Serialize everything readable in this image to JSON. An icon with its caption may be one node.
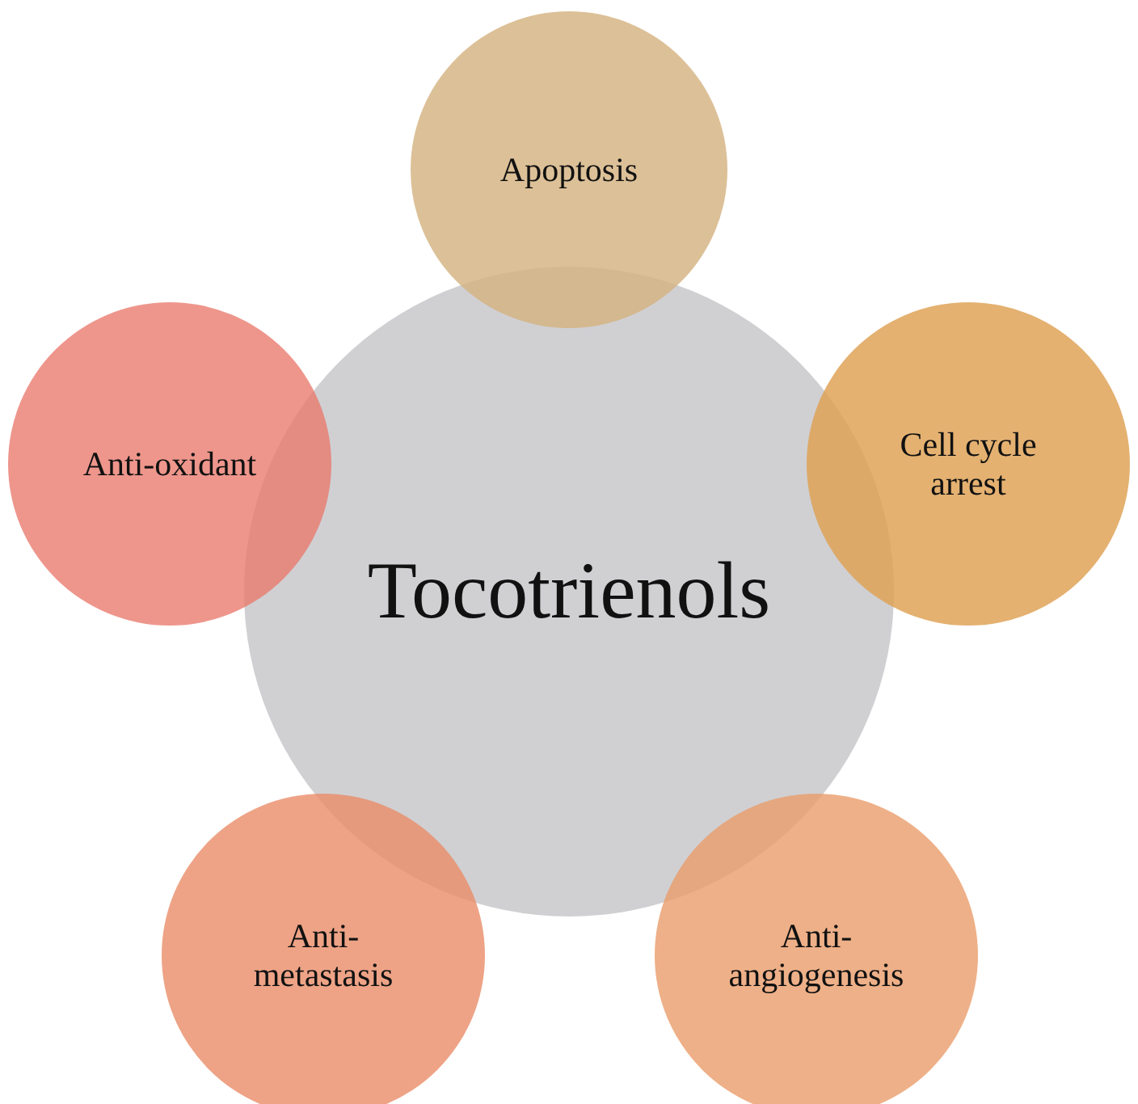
{
  "diagram": {
    "nodes": [
      {
        "text": [
          "Apoptosis"
        ]
      },
      {
        "text": [
          "Anti-oxidant"
        ]
      },
      {
        "text": [
          "Cell cycle arrest"
        ]
      },
      {
        "text": [
          "Tocotrienols"
        ]
      },
      {
        "text": [
          "Anti- metastasis"
        ]
      },
      {
        "text": [
          "Anti- angiogenesis"
        ]
      }
    ]
  }
}
